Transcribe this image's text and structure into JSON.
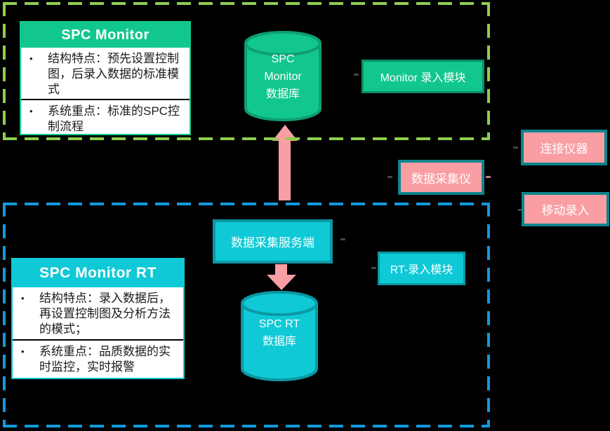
{
  "colors": {
    "background": "#000000",
    "emerald": "#12C78D",
    "emerald_border": "#0E9E74",
    "cyan": "#0FC9D6",
    "cyan_border": "#0C97A4",
    "pink": "#F99EA3",
    "pink_box_border": "#0D858F",
    "arrow_pink": "#F99FA3",
    "dash_green": "#8FCE4E",
    "dash_blue": "#1499DB",
    "panel_text": "#1B1B1B"
  },
  "bullet_char": "•",
  "top_section": {
    "panel": {
      "title": "SPC Monitor",
      "bullet1": "结构特点：预先设置控制图，后录入数据的标准模式",
      "bullet2": "系统重点：标准的SPC控制流程"
    },
    "database": {
      "line1": "SPC",
      "line2": "Monitor",
      "line3": "数据库"
    },
    "entry_module": "Monitor 录入模块"
  },
  "bottom_section": {
    "panel": {
      "title": "SPC Monitor RT",
      "bullet1": "结构特点：录入数据后，再设置控制图及分析方法的模式；",
      "bullet2": "系统重点：品质数据的实时监控，实时报警"
    },
    "server": "数据采集服务端",
    "database": {
      "line1": "SPC RT",
      "line2": "数据库"
    },
    "entry_module": "RT-录入模块"
  },
  "connectors": {
    "collector": "数据采集仪",
    "instrument": "连接仪器",
    "mobile": "移动录入"
  }
}
